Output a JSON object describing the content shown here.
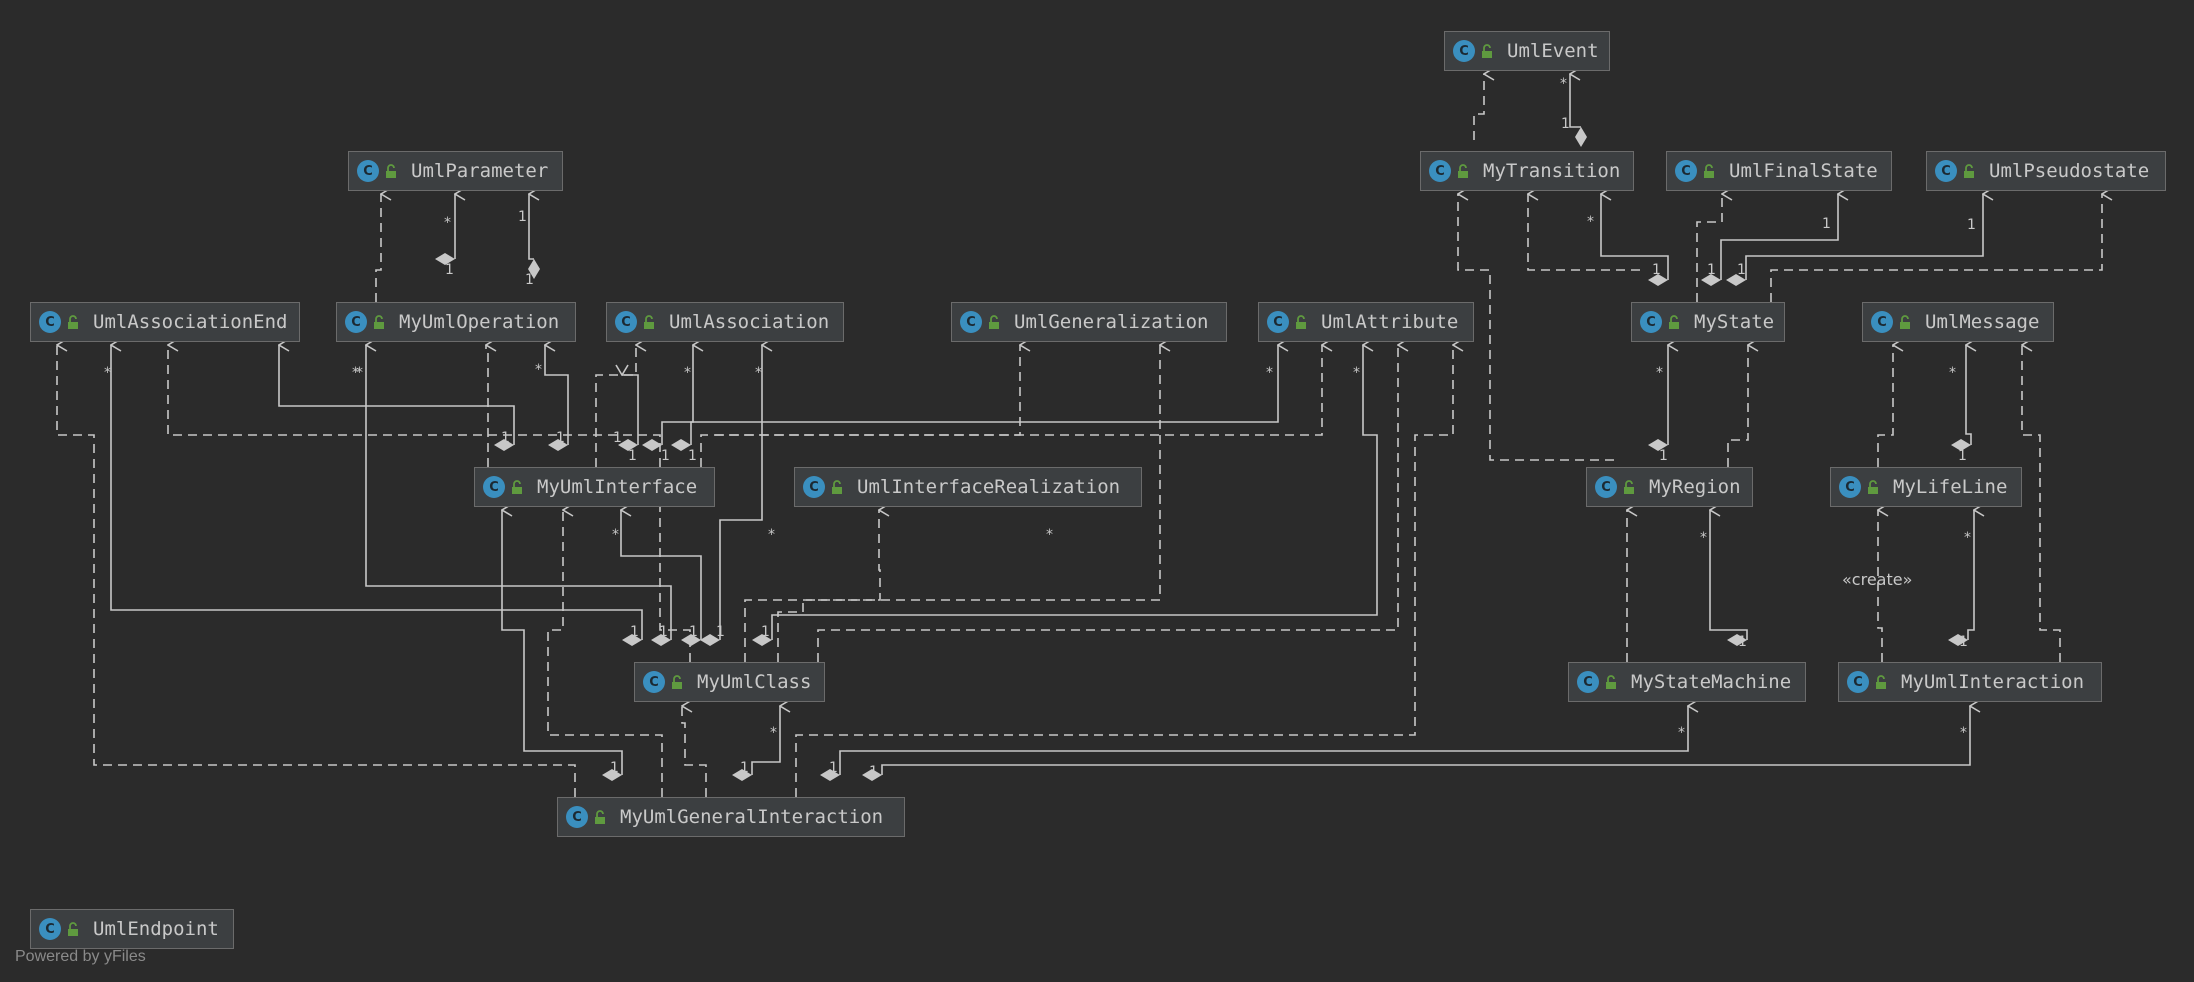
{
  "classes": {
    "uml_event": "UmlEvent",
    "my_transition": "MyTransition",
    "uml_final_state": "UmlFinalState",
    "uml_pseudostate": "UmlPseudostate",
    "uml_parameter": "UmlParameter",
    "uml_association_end": "UmlAssociationEnd",
    "my_uml_operation": "MyUmlOperation",
    "uml_association": "UmlAssociation",
    "uml_generalization": "UmlGeneralization",
    "uml_attribute": "UmlAttribute",
    "my_state": "MyState",
    "uml_message": "UmlMessage",
    "my_uml_interface": "MyUmlInterface",
    "uml_interface_realization": "UmlInterfaceRealization",
    "my_region": "MyRegion",
    "my_life_line": "MyLifeLine",
    "my_uml_class": "MyUmlClass",
    "my_state_machine": "MyStateMachine",
    "my_uml_interaction": "MyUmlInteraction",
    "my_uml_general_interaction": "MyUmlGeneralInteraction",
    "uml_endpoint": "UmlEndpoint"
  },
  "class_icon_letter": "C",
  "class_icon_color": "#3a8fbf",
  "access_icon_color": "#5f9a3f",
  "edge_color": "#c8c8c8",
  "stereotype_create": "«create»",
  "multiplicity_one": "1",
  "multiplicity_many": "*",
  "footer": "Powered by yFiles"
}
